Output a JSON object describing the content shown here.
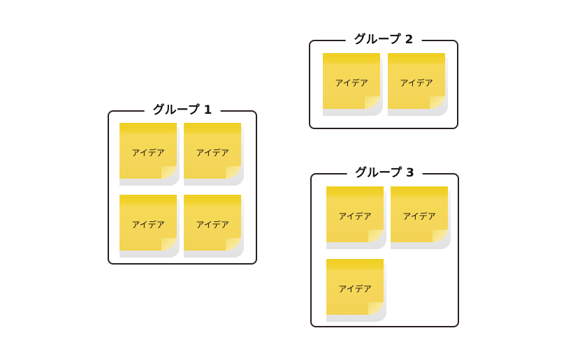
{
  "groups": [
    {
      "title": "グループ 1",
      "notes": [
        "アイデア",
        "アイデア",
        "アイデア",
        "アイデア"
      ]
    },
    {
      "title": "グループ 2",
      "notes": [
        "アイデア",
        "アイデア"
      ]
    },
    {
      "title": "グループ 3",
      "notes": [
        "アイデア",
        "アイデア",
        "アイデア"
      ]
    }
  ],
  "colors": {
    "note": "#f5d65a",
    "note_top": "#f0cf20",
    "border": "#2a2020"
  }
}
